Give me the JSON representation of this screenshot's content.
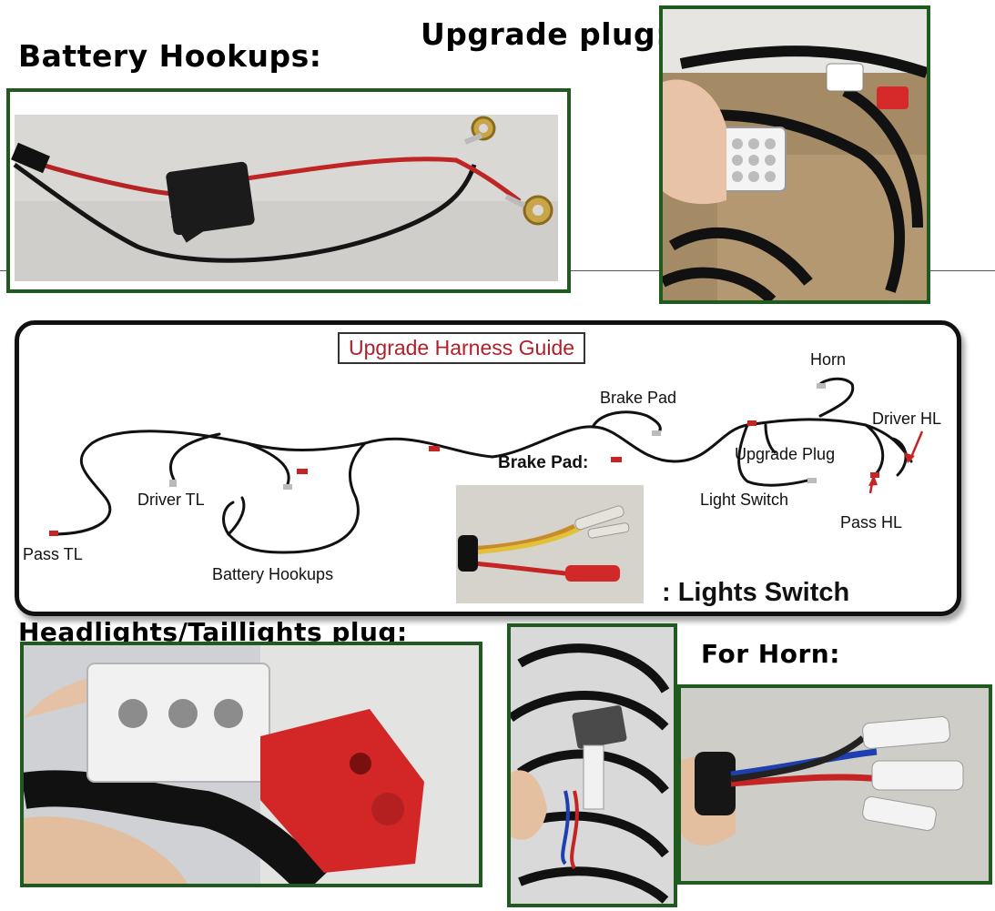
{
  "sections": {
    "battery_hookups": "Battery Hookups:",
    "upgrade_plug": "Upgrade plug:",
    "headlights_taillights_plug": "Headlights/Taillights plug:",
    "for_horn": "For Horn:"
  },
  "guide": {
    "title": "Upgrade Harness Guide",
    "labels": {
      "pass_tl": "Pass TL",
      "driver_tl": "Driver TL",
      "battery_hookups": "Battery Hookups",
      "brake_pad": "Brake Pad",
      "brake_pad_inset": "Brake Pad:",
      "horn": "Horn",
      "driver_hl": "Driver HL",
      "upgrade_plug": "Upgrade Plug",
      "light_switch": "Light Switch",
      "pass_hl": "Pass HL",
      "lights_switch": ": Lights Switch"
    }
  },
  "colors": {
    "frame_green": "#1f5a1f",
    "title_red": "#b0202a",
    "panel_border": "#111111"
  }
}
